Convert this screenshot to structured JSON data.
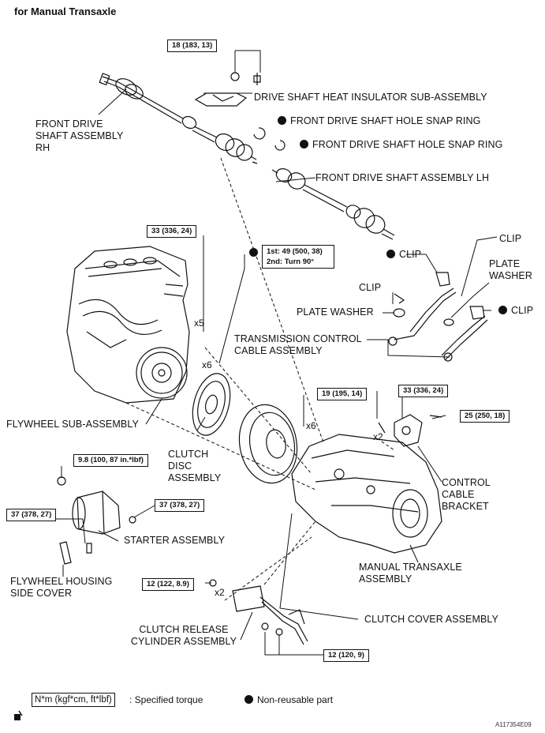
{
  "title": "for Manual Transaxle",
  "torques": {
    "t1": "18 (183, 13)",
    "t2": "33 (336, 24)",
    "t3_line1": "1st: 49 (500, 38)",
    "t3_line2": "2nd: Turn 90°",
    "t4": "19 (195, 14)",
    "t5": "33 (336, 24)",
    "t6": "25 (250, 18)",
    "t7": "9.8 (100, 87 in.*lbf)",
    "t8": "37 (378, 27)",
    "t9": "37 (378, 27)",
    "t10": "12 (122, 8.9)",
    "t11": "12 (120, 9)"
  },
  "counts": {
    "x5": "x5",
    "x6a": "x6",
    "x6b": "x6",
    "x2a": "x2",
    "x2b": "x2"
  },
  "labels": {
    "heat_insulator": "DRIVE SHAFT HEAT INSULATOR SUB-ASSEMBLY",
    "snap_ring_1": "FRONT DRIVE SHAFT HOLE SNAP RING",
    "snap_ring_2": "FRONT DRIVE SHAFT HOLE SNAP RING",
    "shaft_rh": "FRONT DRIVE SHAFT ASSEMBLY RH",
    "shaft_lh": "FRONT DRIVE SHAFT ASSEMBLY LH",
    "clip_top_right": "CLIP",
    "plate_washer_right": "PLATE WASHER",
    "clip_mid": "CLIP",
    "clip_left": "CLIP",
    "plate_washer_left": "PLATE WASHER",
    "clip_right": "CLIP",
    "control_cable": "TRANSMISSION CONTROL CABLE ASSEMBLY",
    "flywheel": "FLYWHEEL SUB-ASSEMBLY",
    "clutch_disc": "CLUTCH DISC ASSEMBLY",
    "control_cable_bracket": "CONTROL CABLE BRACKET",
    "starter": "STARTER ASSEMBLY",
    "manual_transaxle": "MANUAL TRANSAXLE ASSEMBLY",
    "flywheel_housing_cover": "FLYWHEEL HOUSING SIDE COVER",
    "clutch_cover": "CLUTCH COVER ASSEMBLY",
    "clutch_release_cylinder": "CLUTCH RELEASE CYLINDER ASSEMBLY"
  },
  "legend": {
    "torque_unit": "N*m (kgf*cm, ft*lbf)",
    "torque_desc": ": Specified torque",
    "nonreusable": "Non-reusable part"
  },
  "figure_code": "A117354E09"
}
